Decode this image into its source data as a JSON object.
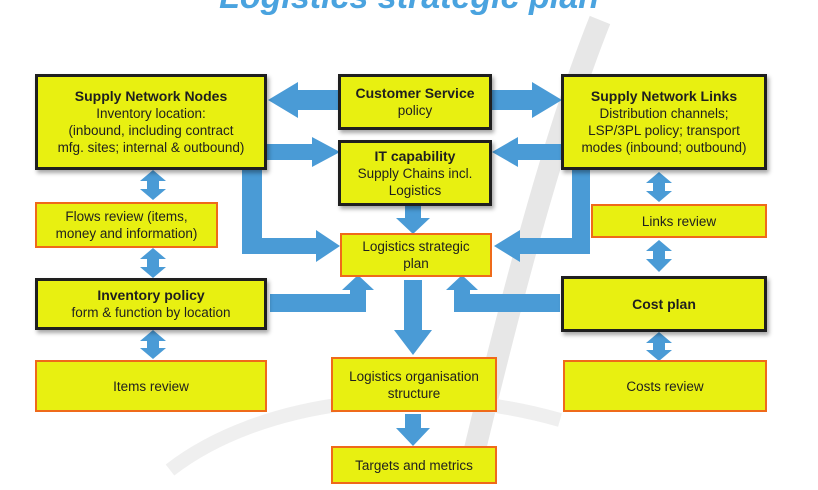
{
  "title": "Logistics strategic plan",
  "colors": {
    "box_fill": "#e8f011",
    "box_border_dark": "#1f1f1f",
    "box_border_orange": "#ef6a1a",
    "arrow": "#4a9bd6",
    "title": "#4aa3df"
  },
  "nodes": {
    "supply_network_nodes": {
      "title": "Supply Network Nodes",
      "lines": [
        "Inventory location:",
        "(inbound, including contract",
        "mfg. sites; internal & outbound)"
      ]
    },
    "customer_service": {
      "title": "Customer Service",
      "lines": [
        "policy"
      ]
    },
    "supply_network_links": {
      "title": "Supply Network Links",
      "lines": [
        "Distribution channels;",
        "LSP/3PL policy; transport",
        "modes (inbound; outbound)"
      ]
    },
    "it_capability": {
      "title": "IT capability",
      "lines": [
        "Supply Chains incl.",
        "Logistics"
      ]
    },
    "flows_review": {
      "lines": [
        "Flows review (items,",
        "money and information)"
      ]
    },
    "links_review": {
      "lines": [
        "Links review"
      ]
    },
    "logistics_strategic_plan": {
      "lines": [
        "Logistics strategic",
        "plan"
      ]
    },
    "inventory_policy": {
      "title": "Inventory policy",
      "lines": [
        "form & function by location"
      ]
    },
    "cost_plan": {
      "title": "Cost plan",
      "lines": []
    },
    "items_review": {
      "lines": [
        "Items review"
      ]
    },
    "logistics_organisation_structure": {
      "lines": [
        "Logistics organisation",
        "structure"
      ]
    },
    "costs_review": {
      "lines": [
        "Costs review"
      ]
    },
    "targets_and_metrics": {
      "lines": [
        "Targets and metrics"
      ]
    }
  }
}
